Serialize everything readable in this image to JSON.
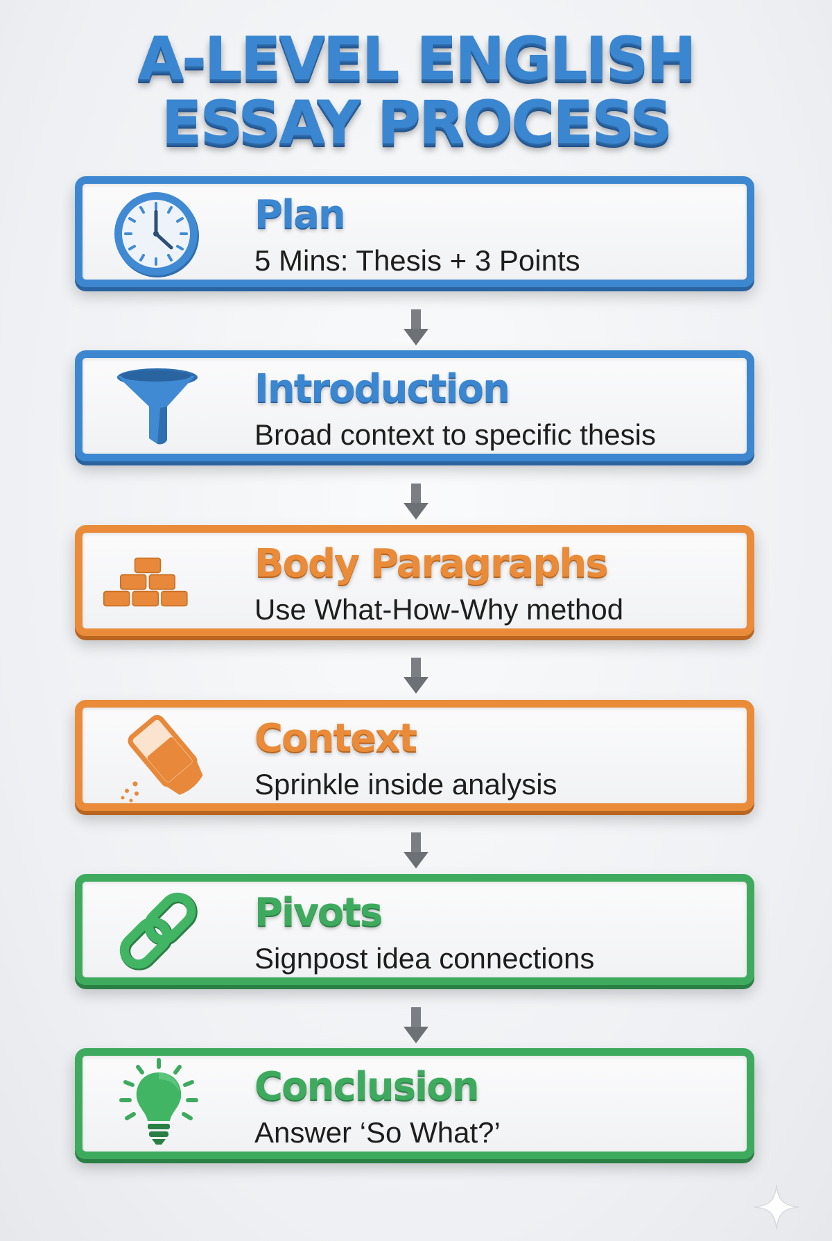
{
  "title": {
    "line1": "A-LEVEL ENGLISH",
    "line2": "ESSAY PROCESS",
    "color": "#3b86d0"
  },
  "steps": [
    {
      "title": "Plan",
      "description": "5 Mins: Thesis + 3 Points",
      "icon": "clock-icon",
      "color": "#3c87cf"
    },
    {
      "title": "Introduction",
      "description": "Broad context to specific thesis",
      "icon": "funnel-icon",
      "color": "#3c87cf"
    },
    {
      "title": "Body Paragraphs",
      "description": "Use What-How-Why method",
      "icon": "bricks-icon",
      "color": "#e98b38"
    },
    {
      "title": "Context",
      "description": "Sprinkle inside analysis",
      "icon": "salt-shaker-icon",
      "color": "#e98b38"
    },
    {
      "title": "Pivots",
      "description": "Signpost idea connections",
      "icon": "chain-link-icon",
      "color": "#3eaa5e"
    },
    {
      "title": "Conclusion",
      "description": "Answer ‘So What?’",
      "icon": "lightbulb-icon",
      "color": "#3eaa5e"
    }
  ],
  "connector_icon": "down-arrow-icon",
  "watermark_icon": "sparkle-icon"
}
